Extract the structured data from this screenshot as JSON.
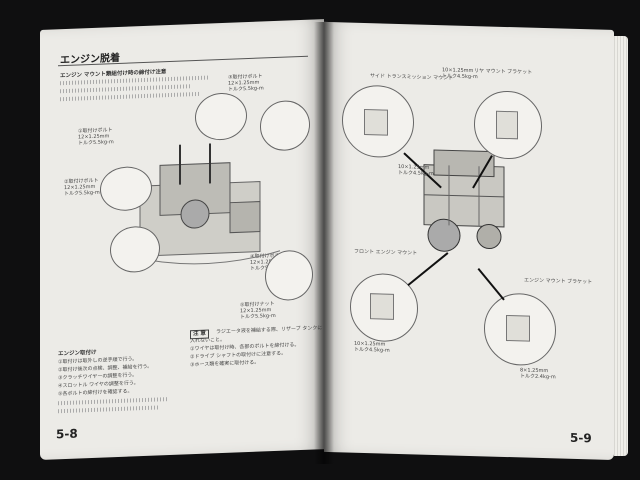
{
  "left_page": {
    "title": "エンジン脱着",
    "intro": "エンジン マウント類組付け時の締付け注意",
    "mounts": [
      {
        "label": "①取付けボルト",
        "spec": "12×1.25mm",
        "torque": "トルク5.5kg-m"
      },
      {
        "label": "②取付けボルト",
        "spec": "12×1.25mm",
        "torque": "トルク5.5kg-m"
      },
      {
        "label": "③取付けボルト",
        "spec": "12×1.25mm",
        "torque": "トルク5.5kg-m"
      },
      {
        "label": "④取付けボルト",
        "spec": "12×1.25mm",
        "torque": "トルク5.5kg-m"
      },
      {
        "label": "⑤取付けナット",
        "spec": "12×1.25mm",
        "torque": "トルク5.5kg-m"
      }
    ],
    "install_heading": "エンジン取付け",
    "install_steps": [
      "①取付けは取外しの逆手順で行う。",
      "②取付け後次の点検、調整、補給を行う。",
      "③クラッチワイヤーの調整を行う。",
      "④スロットル ワイヤの調整を行う。",
      "⑤各ボルトの締付けを確認する。"
    ],
    "note_tag": "注 意",
    "notes": [
      "ラジエータ液を補給する際、リザーブ タンクに",
      "入れないこと。",
      "①ワイヤは取付け時、各部のボルトを締付ける。",
      "②ドライブ シャフトの取付けに注意する。",
      "③ホース類を確実に取付ける。"
    ],
    "page_number": "5-8"
  },
  "right_page": {
    "labels": [
      {
        "text": "リヤ マウント ブラケット",
        "spec": "10×1.25mm",
        "torque": "トルク4.5kg-m"
      },
      {
        "text": "サイド トランスミッション マウント",
        "spec": "10×1.25mm",
        "torque": "トルク4.5kg-m"
      },
      {
        "text": "フロント エンジン マウント",
        "spec": "10×1.25mm",
        "torque": "トルク4.5kg-m"
      },
      {
        "text": "エンジン マウント ブラケット",
        "spec": "8×1.25mm",
        "torque": "トルク2.4kg-m"
      }
    ],
    "page_number": "5-9"
  }
}
